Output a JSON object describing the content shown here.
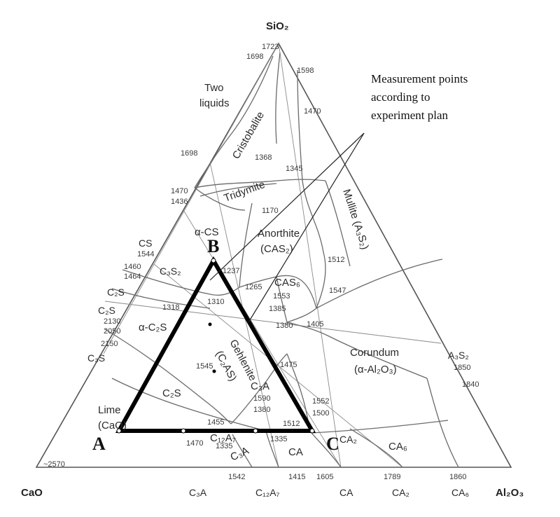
{
  "vertices": {
    "top": "SiO₂",
    "left": "CaO",
    "right": "Al₂O₃"
  },
  "bottom_compounds": [
    "C₃A",
    "C₁₂A₇",
    "CA",
    "CA₂",
    "CA₆"
  ],
  "compounds": {
    "cs": "CS",
    "c3s2": "C₃S₂",
    "c2s_a": "C₂S",
    "c2s_b": "C₂S",
    "c3s": "C₃S",
    "a2s2": "A₃S₂",
    "ca2_right": "CA₂"
  },
  "fields": {
    "two_liquids": "Two\nliquids",
    "cristobalite": "Cristobalite",
    "tridymite": "Tridymite",
    "alpha_cs": "α-CS",
    "anorthite": "Anorthite",
    "anorthite_formula": "(CAS₂)",
    "mullite": "Mullite (A₃S₂)",
    "cas6": "CAS₆",
    "alpha_c2s": "α-C₂S",
    "gehlenite": "Gehlenite",
    "gehlenite_formula": "(C₂AS)",
    "corundum": "Corundum",
    "corundum_formula": "(α-Al₂O₃)",
    "c3a_field": "C₃A",
    "c2s_field": "C₂S",
    "lime": "Lime",
    "lime_formula": "(CaO)",
    "ca_field": "CA",
    "ca6_field": "CA₆",
    "c3a_low": "C₃A",
    "c12a7_field": "C₁₂A₇"
  },
  "temperatures": [
    "1723",
    "1698",
    "1598",
    "1470",
    "1698",
    "1368",
    "1345",
    "1470",
    "1436",
    "1170",
    "1544",
    "1460",
    "1464",
    "1512",
    "1265",
    "1553",
    "1547",
    "1310",
    "2130",
    "2050",
    "2150",
    "1385",
    "1380",
    "1405",
    "1850",
    "1840",
    "1545",
    "1475",
    "1590",
    "1380",
    "1552",
    "1500",
    "1512",
    "1455",
    "1335",
    "1470",
    "1335",
    "~2570",
    "1542",
    "1415",
    "1605",
    "1789",
    "1860",
    "1318",
    "1237"
  ],
  "points": {
    "a": "A",
    "b": "B",
    "c": "C"
  },
  "annotation": [
    "Measurement points",
    "according to",
    "experiment plan"
  ]
}
